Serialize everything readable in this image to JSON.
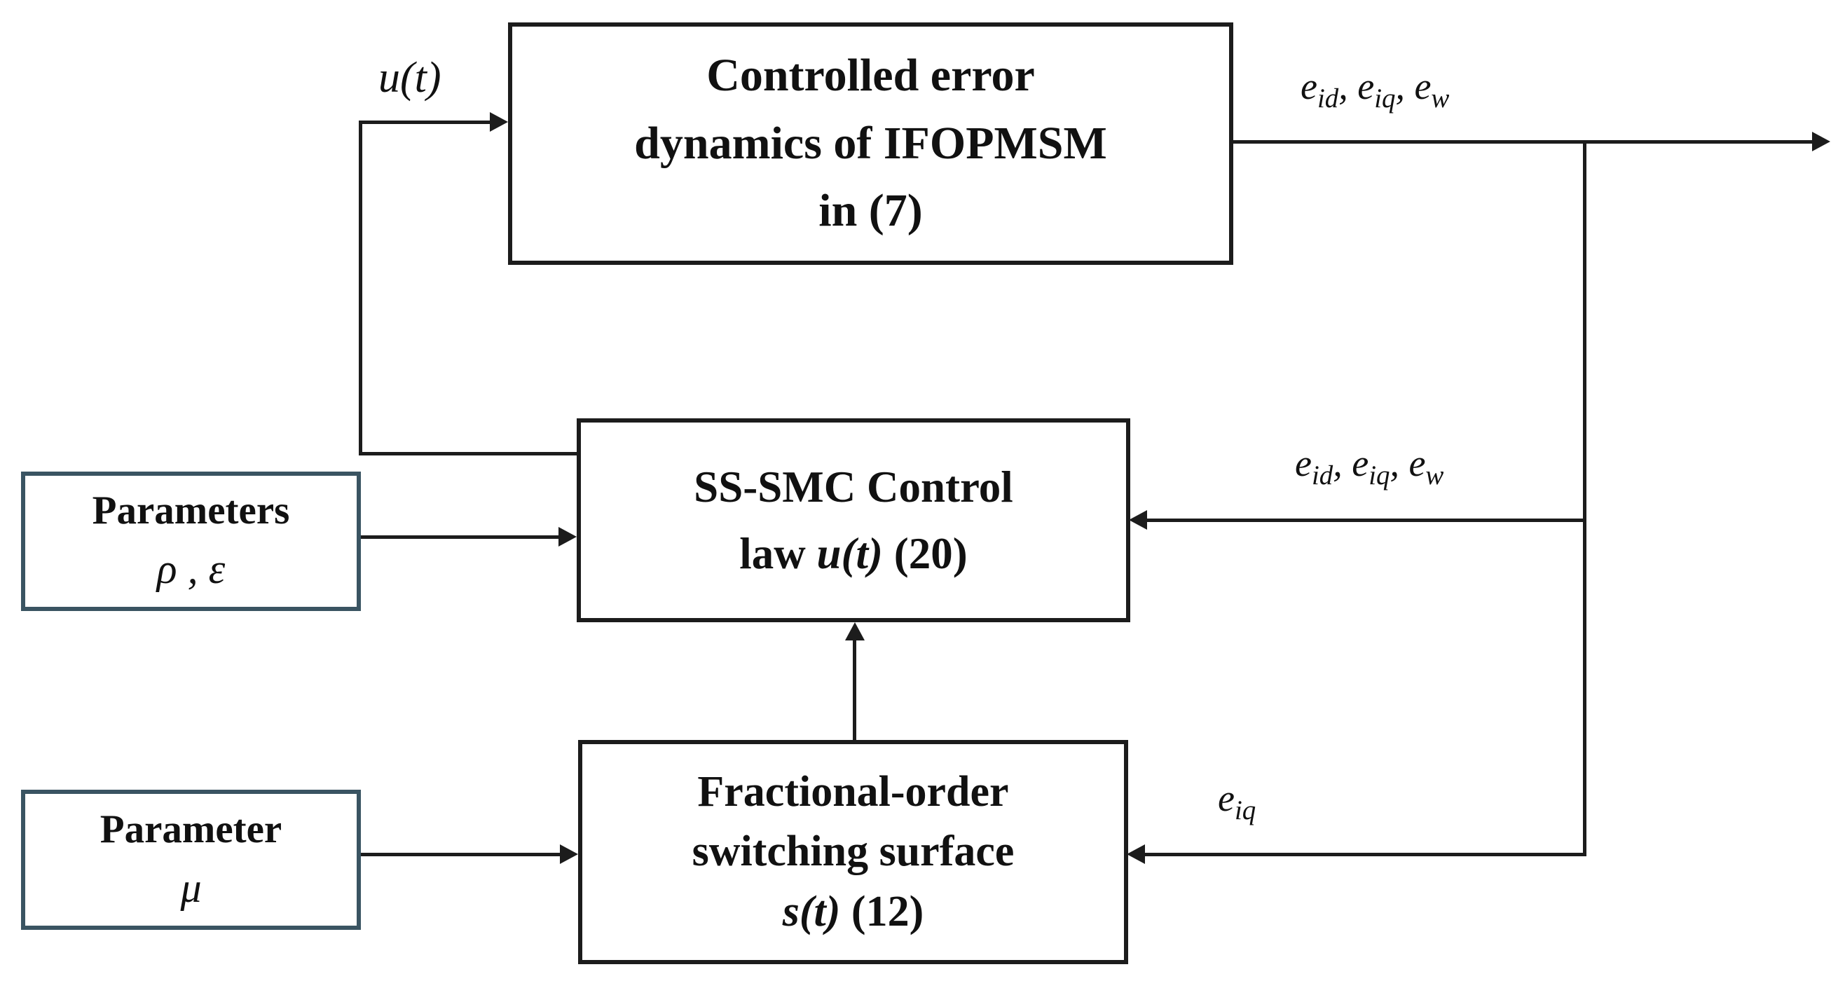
{
  "colors": {
    "background": "#ffffff",
    "ink": "#1c1c1c",
    "parameter_box_border": "#3a5462"
  },
  "boxes": {
    "controlled_error_dynamics": {
      "line1": "Controlled error",
      "line2": "dynamics of IFOPMSM",
      "line3": "in (7)"
    },
    "smc_control_law": {
      "line1": "SS-SMC Control",
      "line2_pre": "law ",
      "line2_math": "u(t)",
      "line2_post": " (20)"
    },
    "fractional_switching_surface": {
      "line1": "Fractional-order",
      "line2": "switching surface",
      "line3_math": "s(t)",
      "line3_post": " (12)"
    },
    "parameters_rho_epsilon": {
      "title": "Parameters",
      "symbols": "ρ , ε"
    },
    "parameter_mu": {
      "title": "Parameter",
      "symbols": "μ"
    }
  },
  "signals": {
    "u": "u(t)",
    "sep": ", ",
    "errors": [
      {
        "base": "e",
        "sub": "id"
      },
      {
        "base": "e",
        "sub": "iq"
      },
      {
        "base": "e",
        "sub": "w"
      }
    ],
    "eiq": {
      "base": "e",
      "sub": "iq"
    }
  }
}
